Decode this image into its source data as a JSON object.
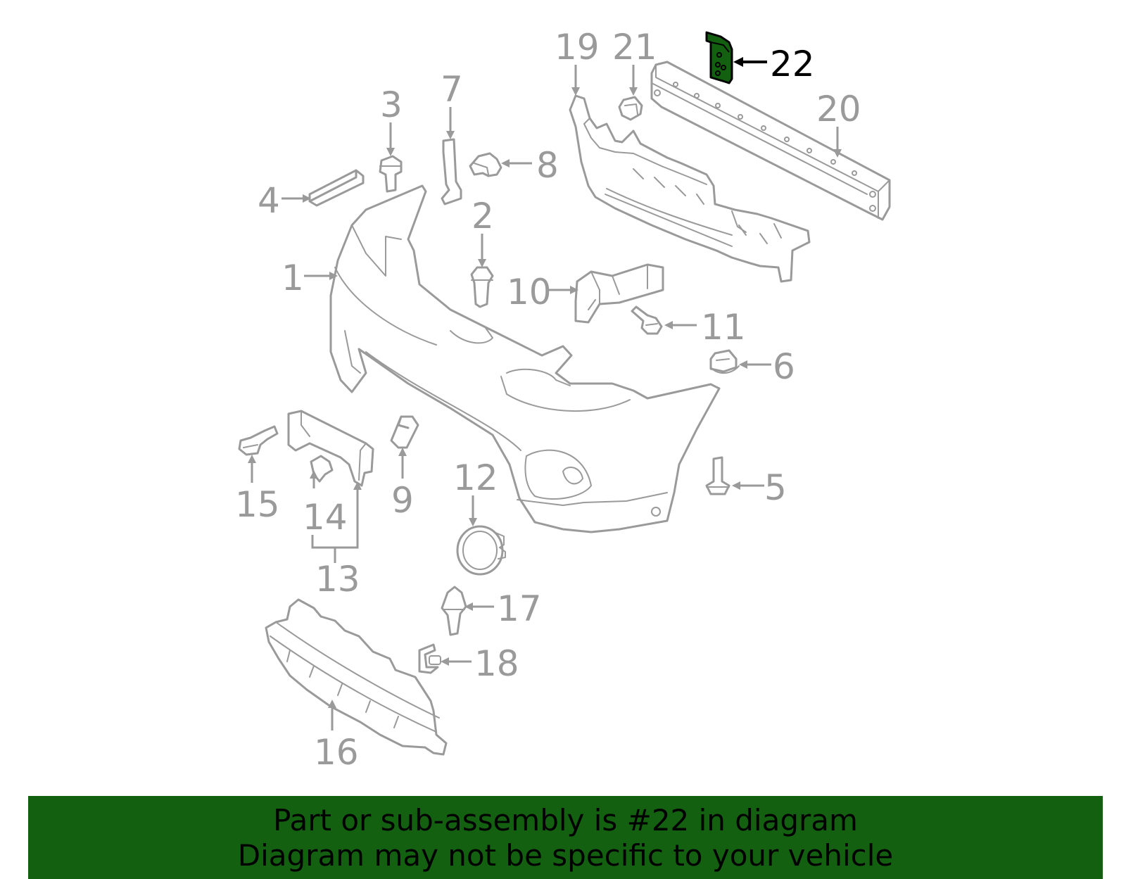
{
  "diagram": {
    "callouts": [
      {
        "id": "1",
        "label": "1"
      },
      {
        "id": "2",
        "label": "2"
      },
      {
        "id": "3",
        "label": "3"
      },
      {
        "id": "4",
        "label": "4"
      },
      {
        "id": "5",
        "label": "5"
      },
      {
        "id": "6",
        "label": "6"
      },
      {
        "id": "7",
        "label": "7"
      },
      {
        "id": "8",
        "label": "8"
      },
      {
        "id": "9",
        "label": "9"
      },
      {
        "id": "10",
        "label": "10"
      },
      {
        "id": "11",
        "label": "11"
      },
      {
        "id": "12",
        "label": "12"
      },
      {
        "id": "13",
        "label": "13"
      },
      {
        "id": "14",
        "label": "14"
      },
      {
        "id": "15",
        "label": "15"
      },
      {
        "id": "16",
        "label": "16"
      },
      {
        "id": "17",
        "label": "17"
      },
      {
        "id": "18",
        "label": "18"
      },
      {
        "id": "19",
        "label": "19"
      },
      {
        "id": "20",
        "label": "20"
      },
      {
        "id": "21",
        "label": "21"
      },
      {
        "id": "22",
        "label": "22"
      }
    ],
    "highlighted_part": "22",
    "colors": {
      "line": "#9a9a9a",
      "highlight_fill": "#136010",
      "highlight_text": "#000000",
      "banner_background": "#136010"
    }
  },
  "banner": {
    "line1": "Part or sub-assembly is #22 in diagram",
    "line2": "Diagram may not be specific to your vehicle"
  }
}
